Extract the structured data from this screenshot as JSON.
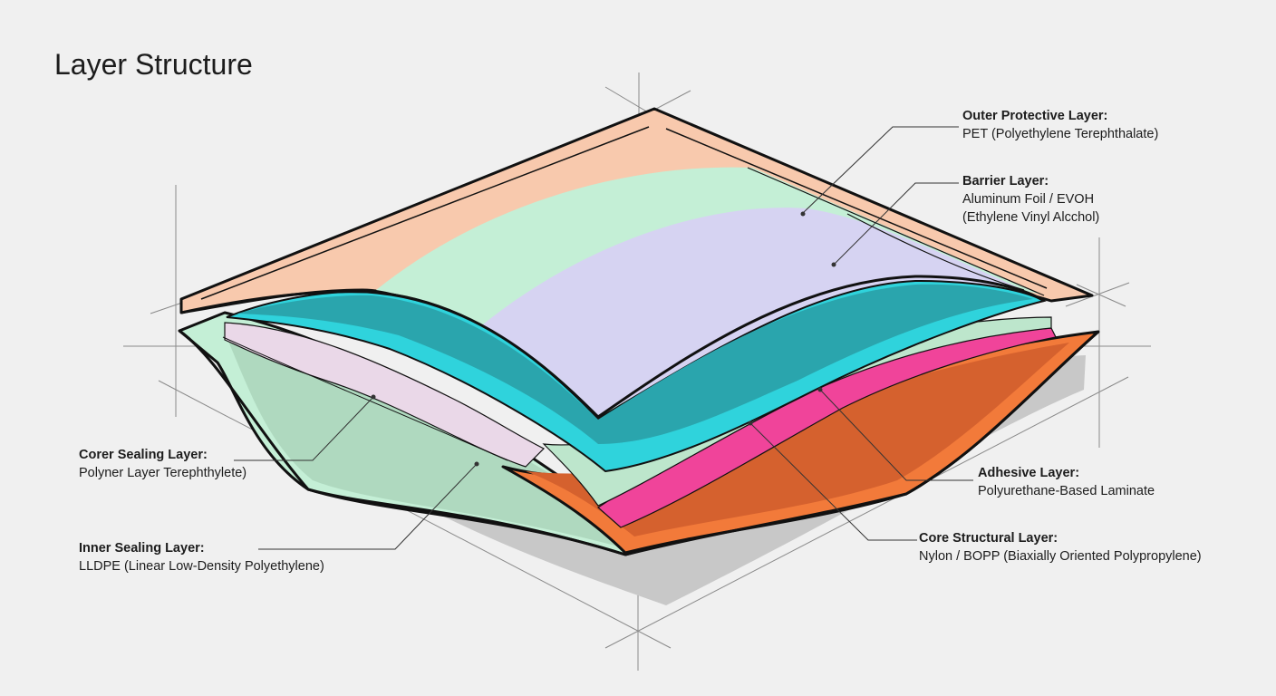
{
  "title": "Layer Structure",
  "colors": {
    "background": "#f0f0f0",
    "outline": "#111111",
    "outer_protective": "#f8c9ad",
    "green": "#c4efd6",
    "lavender": "#d6d3f2",
    "teal": "#2fd3dc",
    "teal_dark": "#2aa5ad",
    "pink": "#f0449a",
    "orange": "#f27a3a",
    "orange_dark": "#d5612e",
    "pale_pink": "#ead8e8",
    "shadow": "#c8c8c8"
  },
  "labels": {
    "outer": {
      "head": "Outer Protective Layer:",
      "line1": "PET (Polyethylene Terephthalate)"
    },
    "barrier": {
      "head": "Barrier Layer:",
      "line1": "Aluminum Foil / EVOH",
      "line2": "(Ethylene Vinyl Alcchol)"
    },
    "corer": {
      "head": "Corer Sealing Layer:",
      "line1": "Polyner Layer Terephthylete)"
    },
    "inner": {
      "head": "Inner Sealing Layer:",
      "line1": "LLDPE (Linear Low-Density Polyethylene)"
    },
    "adhesive": {
      "head": "Adhesive Layer:",
      "line1": "Polyurethane-Based Laminate"
    },
    "core": {
      "head": "Core Structural Layer:",
      "line1": "Nylon / BOPP (Biaxially Oriented Polypropylene)"
    }
  }
}
